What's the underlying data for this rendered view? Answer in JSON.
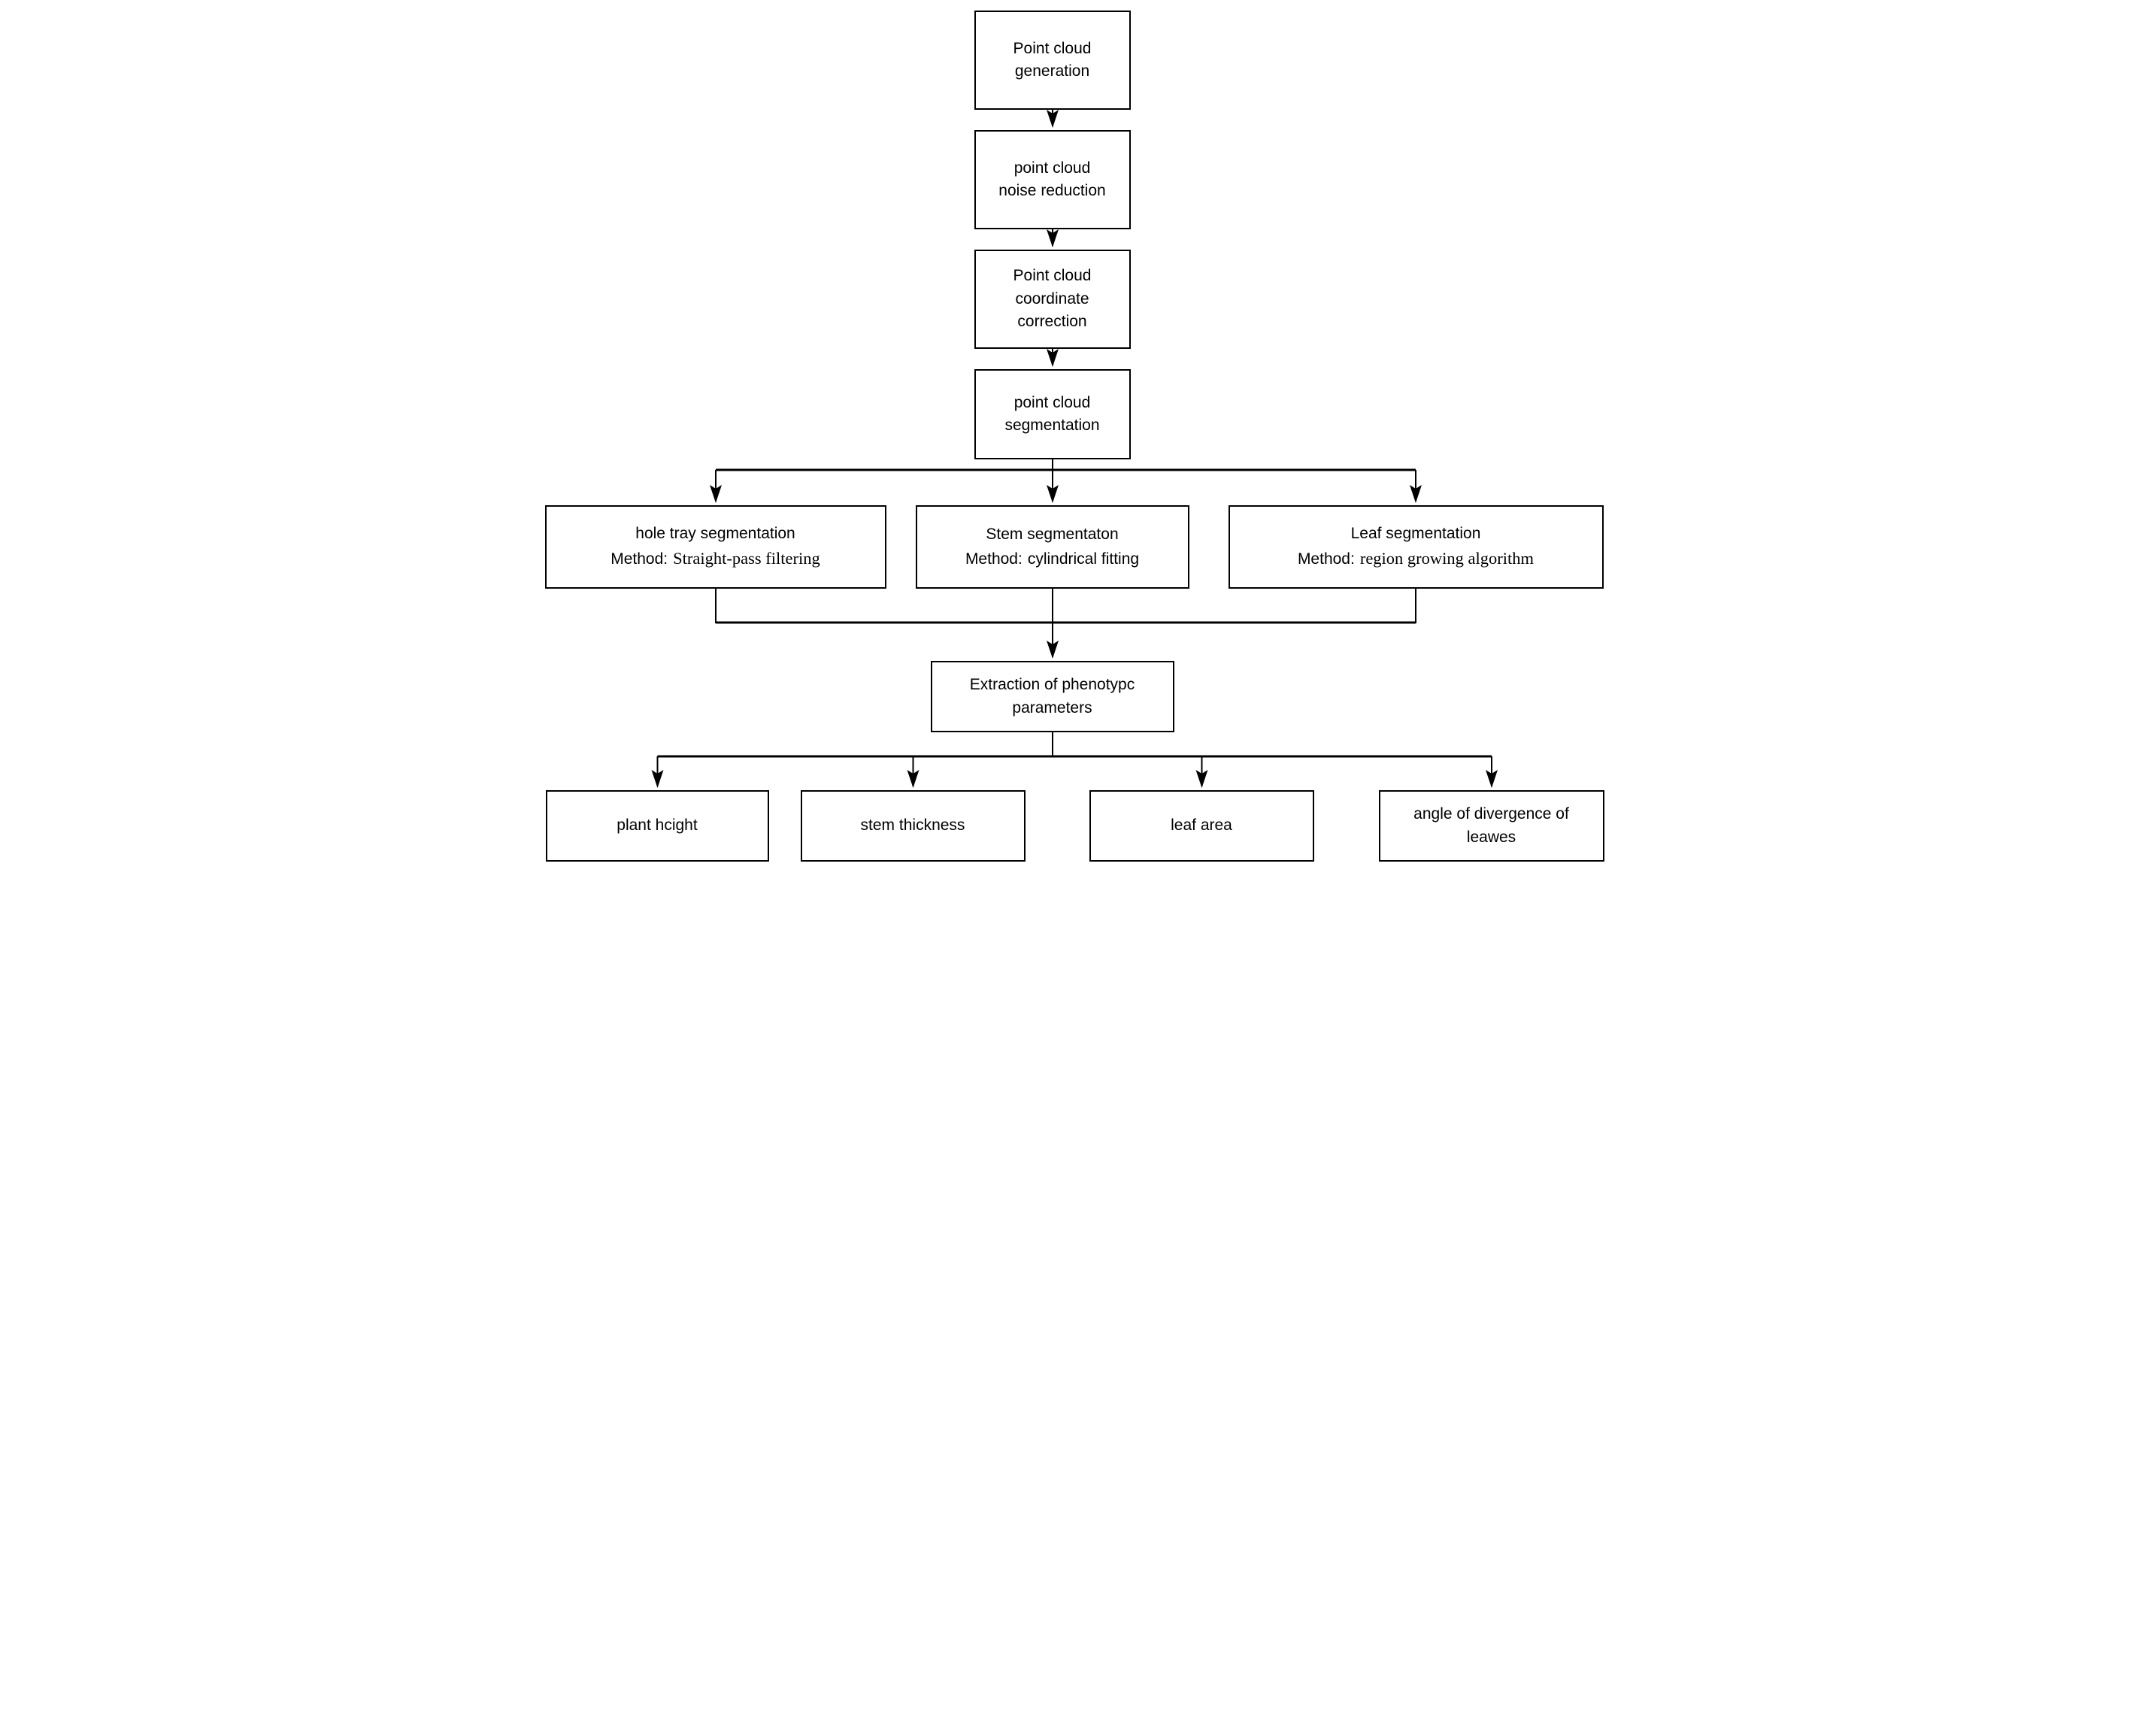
{
  "diagram": {
    "description": "Flowchart of point cloud processing pipeline for plant phenotype parameter extraction",
    "colors": {
      "line": "#000000",
      "background": "#ffffff",
      "box_fill": "#ffffff",
      "text": "#000000"
    },
    "chain": [
      {
        "lines": [
          "Point cloud",
          "generation"
        ]
      },
      {
        "lines": [
          "point cloud",
          "noise reduction"
        ]
      },
      {
        "lines": [
          "Point cloud",
          "coordinate",
          "correction"
        ]
      },
      {
        "lines": [
          "point cloud",
          "segmentation"
        ]
      }
    ],
    "branches": [
      {
        "title": "hole tray segmentation",
        "method_label": "Method:",
        "method_value": "Straight-pass filtering"
      },
      {
        "title": "Stem segmentaton",
        "method_label": "Method:",
        "method_value": "cylindrical fitting"
      },
      {
        "title": "Leaf segmentation",
        "method_label": "Method:",
        "method_value": "region growing algorithm"
      }
    ],
    "extraction": {
      "lines": [
        "Extraction of phenotypc",
        "parameters"
      ]
    },
    "outputs": [
      {
        "lines": [
          "plant hcight"
        ]
      },
      {
        "lines": [
          "stem thickness"
        ]
      },
      {
        "lines": [
          "leaf area"
        ]
      },
      {
        "lines": [
          "angle of divergence of",
          "leawes"
        ]
      }
    ]
  }
}
